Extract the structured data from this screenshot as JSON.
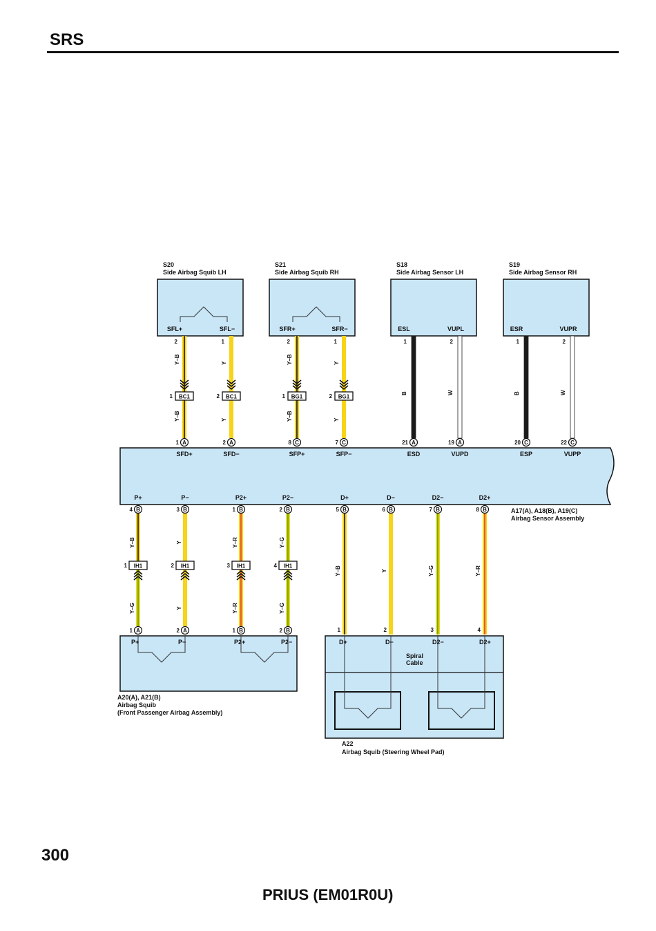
{
  "header": {
    "section": "SRS"
  },
  "footer": {
    "page_number": "300",
    "model": "PRIUS (EM01R0U)"
  },
  "colors": {
    "box_fill": "#c9e6f7",
    "yellow": "#f7d417",
    "black": "#1a1a1a",
    "white": "#ffffff",
    "red": "#e0402a",
    "green": "#3aa53a",
    "blue": "#3070c8"
  },
  "components": {
    "S20": {
      "code": "S20",
      "name": "Side Airbag Squib LH",
      "pins": [
        "SFL+",
        "SFL−"
      ]
    },
    "S21": {
      "code": "S21",
      "name": "Side Airbag Squib RH",
      "pins": [
        "SFR+",
        "SFR−"
      ]
    },
    "S18": {
      "code": "S18",
      "name": "Side Airbag Sensor LH",
      "pins": [
        "ESL",
        "VUPL"
      ]
    },
    "S19": {
      "code": "S19",
      "name": "Side Airbag Sensor RH",
      "pins": [
        "ESR",
        "VUPR"
      ]
    },
    "ecu": {
      "code": "A17(A), A18(B), A19(C)",
      "name": "Airbag Sensor Assembly",
      "top_pins": [
        "SFD+",
        "SFD−",
        "SFP+",
        "SFP−",
        "ESD",
        "VUPD",
        "ESP",
        "VUPP"
      ],
      "bottom_pins": [
        "P+",
        "P−",
        "P2+",
        "P2−",
        "D+",
        "D−",
        "D2−",
        "D2+"
      ]
    },
    "A20": {
      "code": "A20(A), A21(B)",
      "name": "Airbag Squib",
      "desc": "(Front Passenger Airbag Assembly)",
      "pins": [
        "P+",
        "P−",
        "P2+",
        "P2−"
      ]
    },
    "A22": {
      "code": "A22",
      "name": "Airbag Squib (Steering Wheel Pad)",
      "pins": [
        "D+",
        "D−",
        "D2−",
        "D2+"
      ],
      "spiral": [
        "Spiral",
        "Cable"
      ]
    }
  },
  "upper_wires": [
    {
      "color": "Y–B",
      "comp_pin": "2",
      "conn": "BC1",
      "conn_pin": "1",
      "ecu_pin": "1",
      "ecu_conn": "A"
    },
    {
      "color": "Y",
      "comp_pin": "1",
      "conn": "BC1",
      "conn_pin": "2",
      "ecu_pin": "2",
      "ecu_conn": "A"
    },
    {
      "color": "Y–B",
      "comp_pin": "2",
      "conn": "BG1",
      "conn_pin": "1",
      "ecu_pin": "8",
      "ecu_conn": "C"
    },
    {
      "color": "Y",
      "comp_pin": "1",
      "conn": "BG1",
      "conn_pin": "2",
      "ecu_pin": "7",
      "ecu_conn": "C"
    },
    {
      "color": "B",
      "comp_pin": "1",
      "ecu_pin": "21",
      "ecu_conn": "A"
    },
    {
      "color": "W",
      "comp_pin": "2",
      "ecu_pin": "19",
      "ecu_conn": "A"
    },
    {
      "color": "B",
      "comp_pin": "1",
      "ecu_pin": "20",
      "ecu_conn": "C"
    },
    {
      "color": "W",
      "comp_pin": "2",
      "ecu_pin": "22",
      "ecu_conn": "C"
    }
  ],
  "lower_wires": [
    {
      "color_top": "Y–B",
      "color_bot": "Y–G",
      "ecu_pin": "4",
      "ecu_conn": "B",
      "conn": "IH1",
      "conn_pin": "1",
      "end_pin": "1",
      "end_conn": "A"
    },
    {
      "color_top": "Y",
      "color_bot": "Y",
      "ecu_pin": "3",
      "ecu_conn": "B",
      "conn": "IH1",
      "conn_pin": "2",
      "end_pin": "2",
      "end_conn": "A"
    },
    {
      "color_top": "Y–R",
      "color_bot": "Y–R",
      "ecu_pin": "1",
      "ecu_conn": "B",
      "conn": "IH1",
      "conn_pin": "3",
      "end_pin": "1",
      "end_conn": "B"
    },
    {
      "color_top": "Y–G",
      "color_bot": "Y–G",
      "ecu_pin": "2",
      "ecu_conn": "B",
      "conn": "IH1",
      "conn_pin": "4",
      "end_pin": "2",
      "end_conn": "B"
    },
    {
      "color": "Y–B",
      "ecu_pin": "5",
      "ecu_conn": "B",
      "end_pin": "1"
    },
    {
      "color": "Y",
      "ecu_pin": "6",
      "ecu_conn": "B",
      "end_pin": "2"
    },
    {
      "color": "Y–G",
      "ecu_pin": "7",
      "ecu_conn": "B",
      "end_pin": "3"
    },
    {
      "color": "Y–R",
      "ecu_pin": "8",
      "ecu_conn": "B",
      "end_pin": "4"
    }
  ]
}
